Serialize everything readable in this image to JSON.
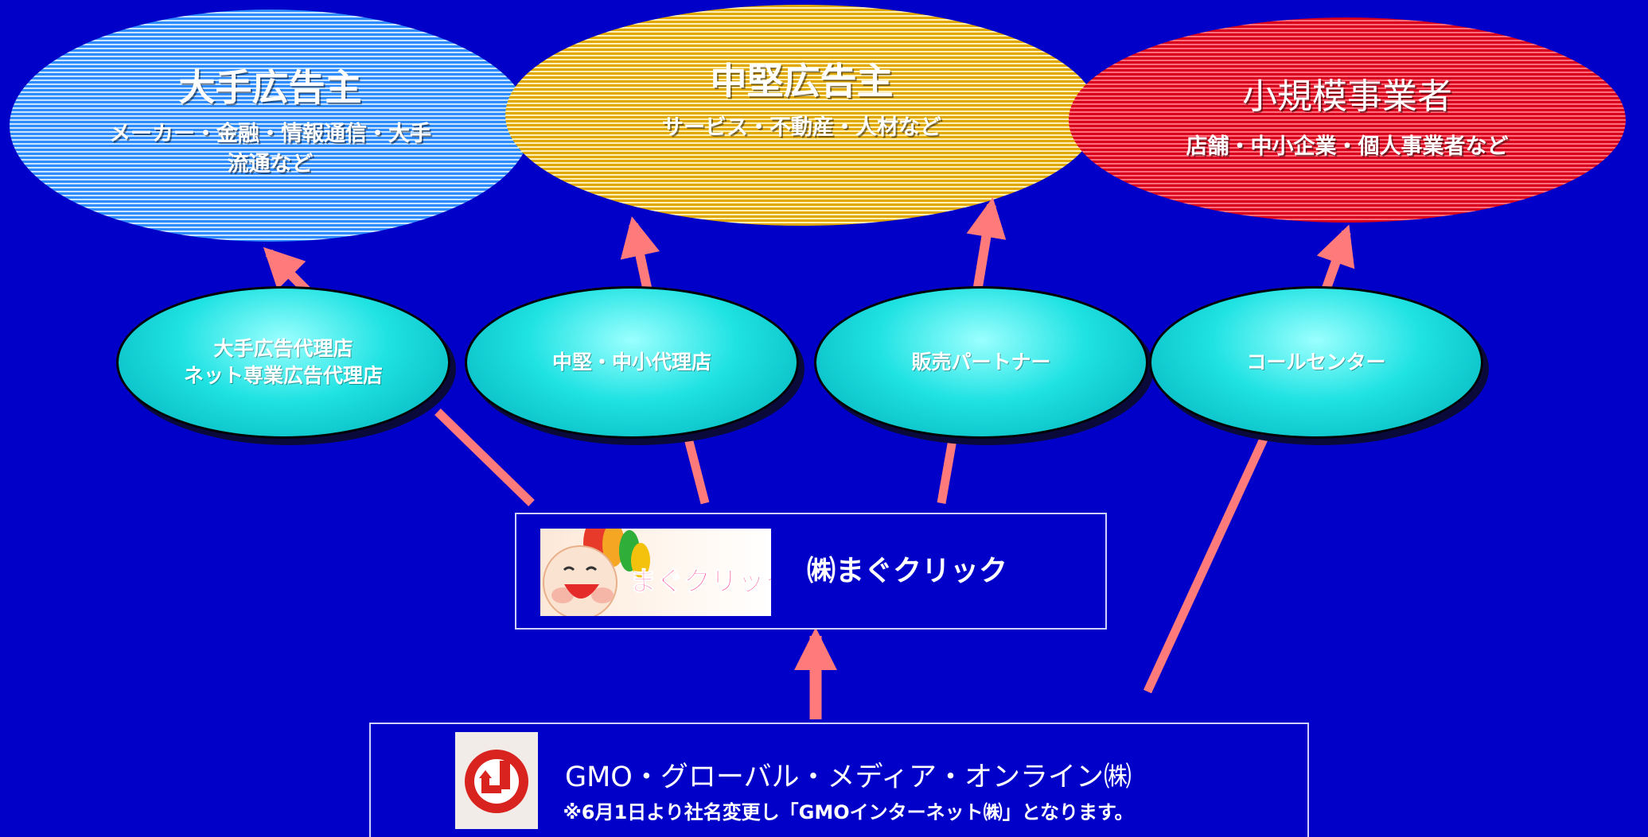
{
  "colors": {
    "background": "#0000c8",
    "arrow": "#ff7a7a",
    "large_advertiser": "#2f8cff",
    "mid_advertiser": "#e0a800",
    "small_business": "#d8001c",
    "channel": "#1fe2e2"
  },
  "targets": {
    "large": {
      "title": "大手広告主",
      "subtitle_lines": [
        "メーカー・金融・情報通信・大手",
        "流通など"
      ]
    },
    "mid": {
      "title": "中堅広告主",
      "subtitle": "サービス・不動産・人材など"
    },
    "small": {
      "title": "小規模事業者",
      "subtitle": "店舗・中小企業・個人事業者など"
    }
  },
  "channels": {
    "ch1": {
      "lines": [
        "大手広告代理店",
        "ネット専業広告代理店"
      ]
    },
    "ch2": {
      "label": "中堅・中小代理店"
    },
    "ch3": {
      "label": "販売パートナー"
    },
    "ch4": {
      "label": "コールセンター"
    }
  },
  "magu": {
    "name": "㈱まぐクリック",
    "logo_text": "まぐクリック",
    "logo_icon": "magu-mascot-icon"
  },
  "gmo": {
    "name": "GMO・グローバル・メディア・オンライン㈱",
    "note": "※6月1日より社名変更し「GMOインターネット㈱」となります。",
    "logo_icon": "gmo-logo-icon"
  }
}
